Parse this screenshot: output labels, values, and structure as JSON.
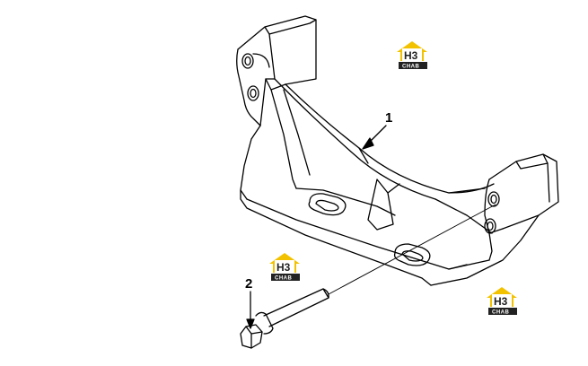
{
  "diagram": {
    "callouts": [
      {
        "label": "1"
      },
      {
        "label": "2"
      }
    ]
  },
  "watermark": {
    "top": "H3",
    "bottom": "CHAB",
    "colors": {
      "roof": "#f2c200",
      "house": "#f2c200",
      "band": "#222222",
      "text": "#ffffff"
    }
  },
  "colors": {
    "stroke": "#000000",
    "background": "#ffffff"
  }
}
